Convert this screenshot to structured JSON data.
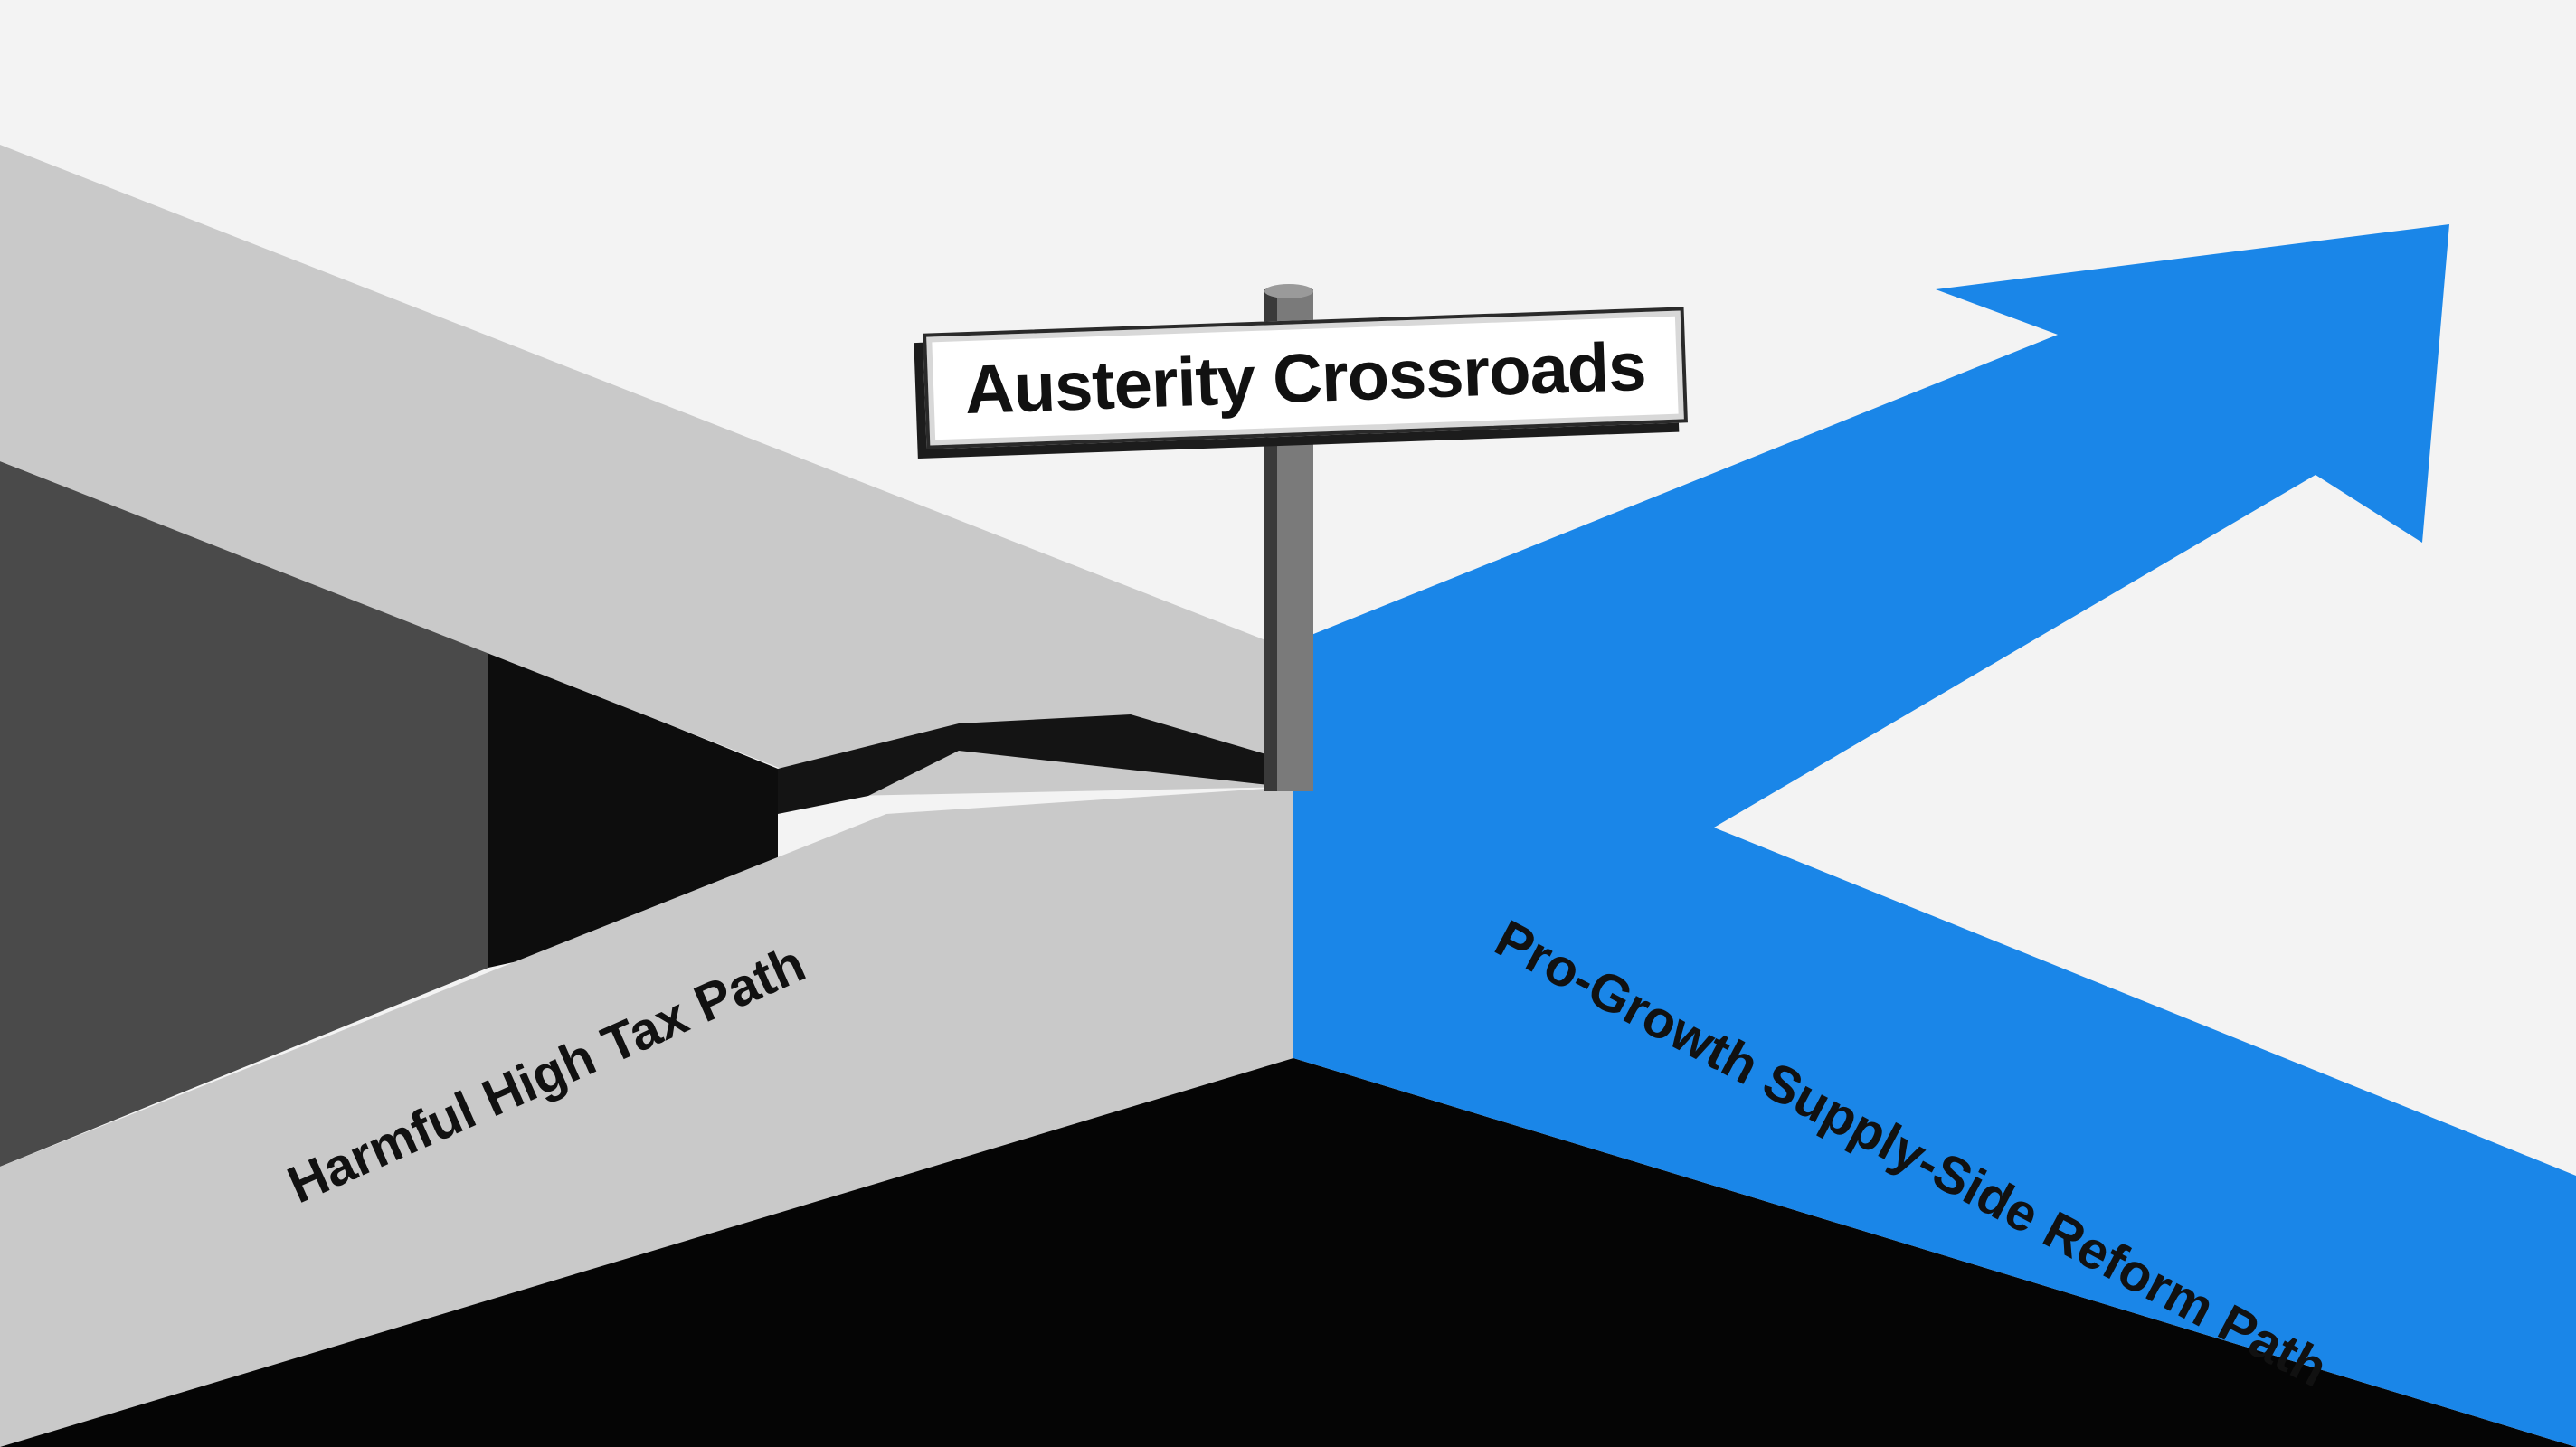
{
  "sign": {
    "title": "Austerity Crossroads"
  },
  "paths": {
    "left_label": "Harmful High Tax Path",
    "right_label": "Pro-Growth Supply-Side Reform Path"
  },
  "colors": {
    "background": "#f3f3f3",
    "left_path": "#c9c9c9",
    "left_wall_dark": "#4a4a4a",
    "shadow": "#0d0d0d",
    "right_path": "#1a86e8"
  }
}
